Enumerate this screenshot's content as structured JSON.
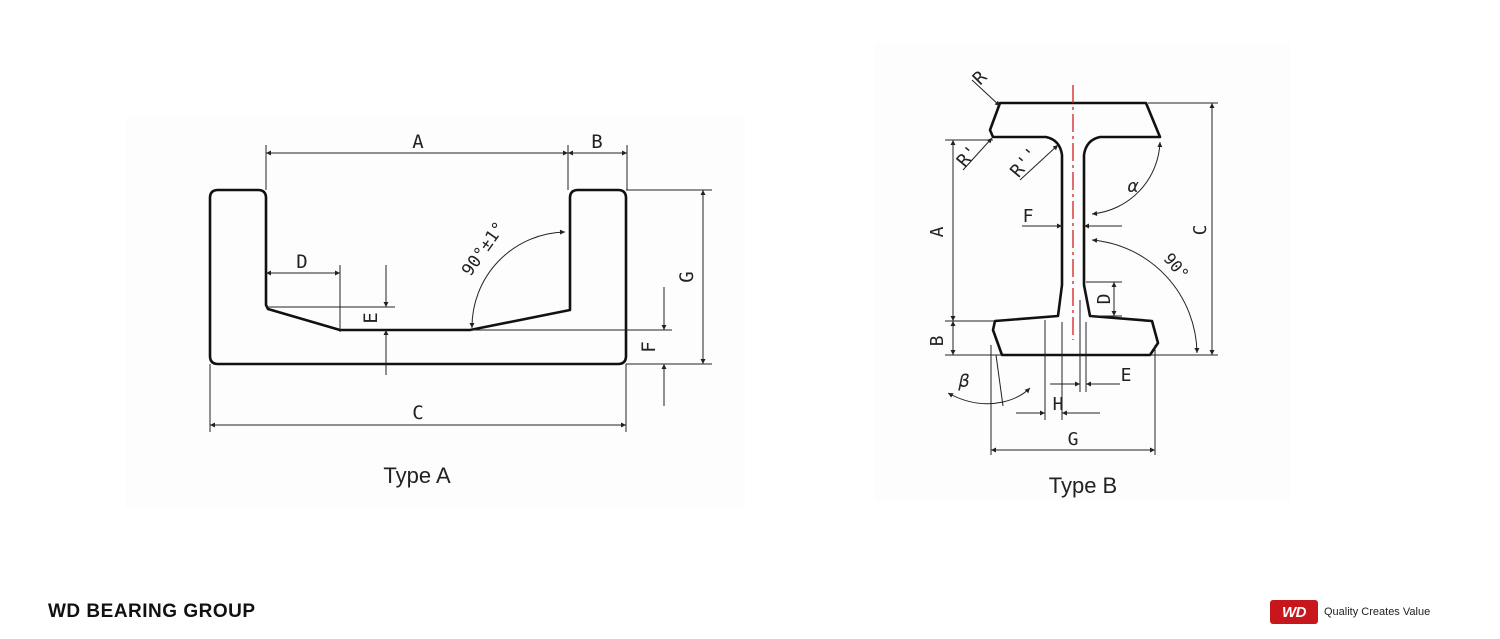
{
  "diagram": {
    "type_a": {
      "caption": "Type A",
      "labels": {
        "A": "A",
        "B": "B",
        "C": "C",
        "D": "D",
        "E": "E",
        "F": "F",
        "G": "G",
        "angle": "90°±1°"
      }
    },
    "type_b": {
      "caption": "Type B",
      "labels": {
        "R": "R",
        "R1": "R'",
        "R2": "R''",
        "A": "A",
        "B": "B",
        "C": "C",
        "D": "D",
        "E": "E",
        "F": "F",
        "G": "G",
        "H": "H",
        "alpha": "α",
        "beta": "β",
        "angle": "90°"
      }
    }
  },
  "footer": {
    "company": "WD BEARING GROUP",
    "logo_text": "WD",
    "tagline": "Quality Creates Value"
  }
}
